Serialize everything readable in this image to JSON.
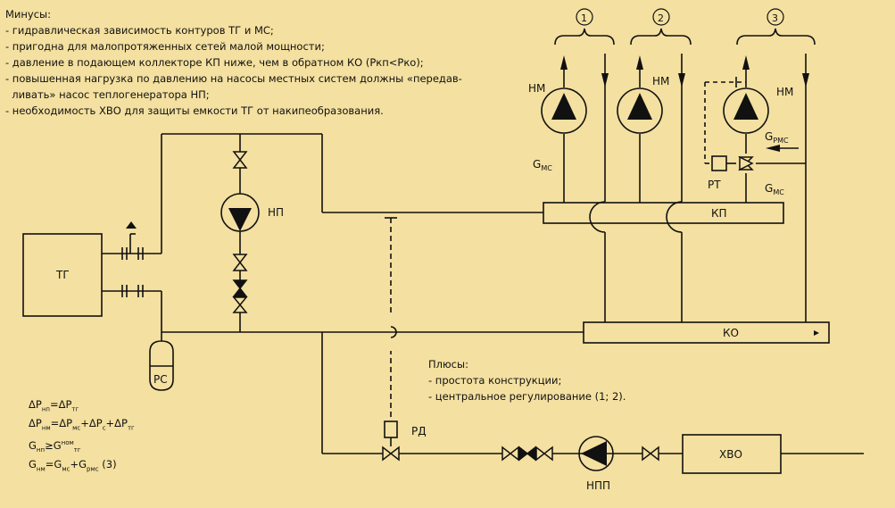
{
  "cons": {
    "title": "Минусы:",
    "items": [
      "- гидравлическая зависимость контуров ТГ и МС;",
      "- пригодна для малопротяженных сетей малой мощности;",
      "- давление в подающем коллекторе КП ниже, чем в обратном КО (Pкп<Pко);",
      "- повышенная нагрузка по давлению на насосы местных систем должны «передав-",
      "  ливать» насос теплогенератора НП;",
      "- необходимость ХВО для защиты емкости ТГ от накипеобразования."
    ]
  },
  "pros": {
    "title": "Плюсы:",
    "items": [
      "- простота конструкции;",
      "- центральное регулирование (1; 2)."
    ]
  },
  "formulas": [
    {
      "a": "ΔP",
      "a_sub": "нп",
      "eq": "=ΔP",
      "b_sub": "тг",
      "rest": ""
    },
    {
      "a": "ΔP",
      "a_sub": "нм",
      "eq": "=ΔP",
      "b_sub": "мс",
      "rest": "+ΔP",
      "rest_sub": "с",
      "rest2": "+ΔP",
      "rest2_sub": "тг"
    },
    {
      "a": "G",
      "a_sub": "нп",
      "eq": "≥G",
      "b_sup": "ном",
      "b_sub": "тг",
      "rest": ""
    },
    {
      "a": "G",
      "a_sub": "нм",
      "eq": "=G",
      "b_sub": "мс",
      "rest": "+G",
      "rest_sub": "рмс",
      "tail": " (3)"
    }
  ],
  "labels": {
    "tg": "ТГ",
    "np": "НП",
    "kp": "КП",
    "ko": "КО",
    "rs": "РС",
    "rd": "РД",
    "npp": "НПП",
    "hvo": "ХВО",
    "nm1": "НМ",
    "nm2": "НМ",
    "nm3": "НМ",
    "rt": "РТ",
    "gms1": "G",
    "gms1_sub": "МС",
    "gms3": "G",
    "gms3_sub": "МС",
    "grms": "G",
    "grms_sub": "РМС",
    "c1": "1",
    "c2": "2",
    "c3": "3"
  },
  "colors": {
    "background": "#f4e0a0",
    "line": "#111111"
  }
}
